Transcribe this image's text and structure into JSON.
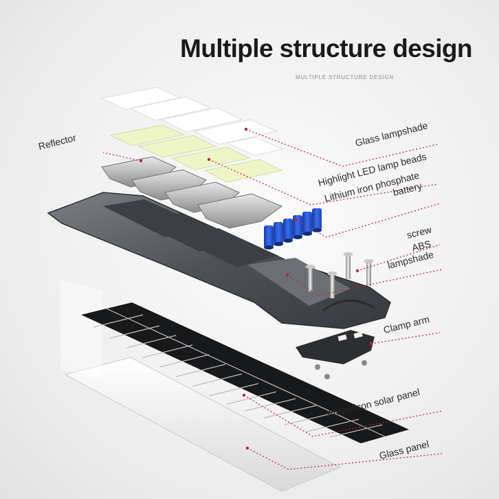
{
  "header": {
    "title": "Multiple structure design",
    "subtitle": "MULTIPLE STRUCTURE DESIGN"
  },
  "labels": {
    "reflector": "Reflector",
    "glass_lampshade": "Glass lampshade",
    "led_beads": "Highlight LED lamp beads",
    "battery_line1": "Lithium iron phosphate",
    "battery_line2": "battery",
    "screw": "screw",
    "abs_line1": "ABS",
    "abs_line2": "lampshade",
    "clamp_arm": "Clamp arm",
    "solar_panel": "Polysilicon solar panel",
    "glass_panel": "Glass panel"
  },
  "colors": {
    "leader_line": "#c0233a",
    "housing": "#55595e",
    "battery": "#1e4fc9",
    "led_yellow": "#eef5c6"
  }
}
